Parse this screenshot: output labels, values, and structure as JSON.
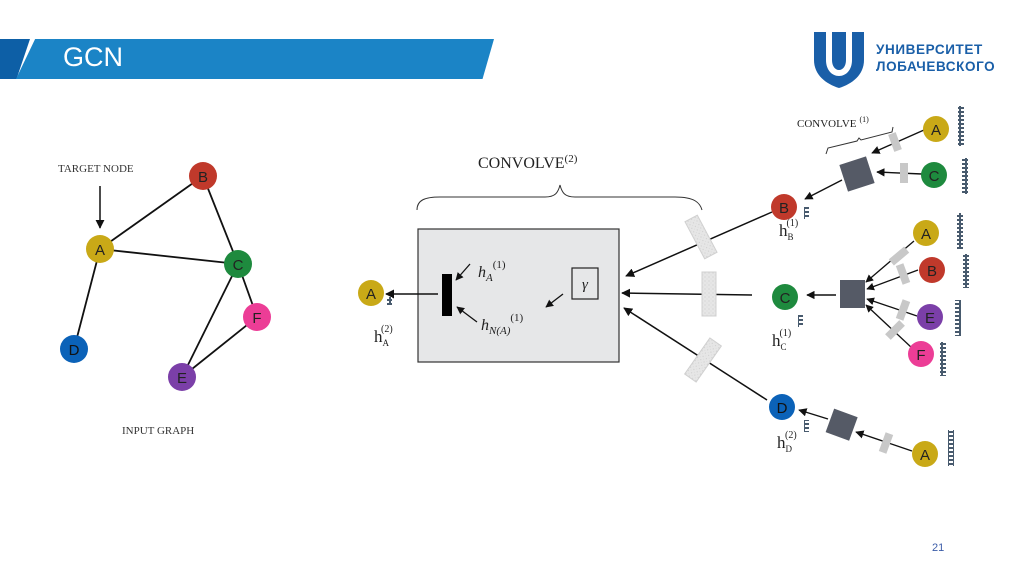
{
  "slide": {
    "title": "GCN",
    "page_number": "21",
    "logo": {
      "line1": "УНИВЕРСИТЕТ",
      "line2": "ЛОБАЧЕВСКОГО",
      "color": "#1a5fa8"
    },
    "header_color": "#1b84c6"
  },
  "input_graph": {
    "caption": "INPUT GRAPH",
    "target_label": "TARGET NODE",
    "nodes": [
      {
        "id": "A",
        "color": "#c9a917"
      },
      {
        "id": "B",
        "color": "#c0392b"
      },
      {
        "id": "C",
        "color": "#1e8a3e"
      },
      {
        "id": "D",
        "color": "#0b62b8"
      },
      {
        "id": "E",
        "color": "#7b3fa8"
      },
      {
        "id": "F",
        "color": "#ec3d96"
      }
    ],
    "edges": [
      [
        "A",
        "B"
      ],
      [
        "A",
        "C"
      ],
      [
        "A",
        "D"
      ],
      [
        "B",
        "C"
      ],
      [
        "C",
        "E"
      ],
      [
        "C",
        "F"
      ],
      [
        "E",
        "F"
      ]
    ]
  },
  "computation_graph": {
    "convolve2_label": "CONVOLVE",
    "convolve2_sup": "(2)",
    "convolve1_label": "CONVOLVE",
    "convolve1_sup": "(1)",
    "box": {
      "hA_label": "h",
      "hA_sub": "A",
      "hA_sup": "(1)",
      "hN_label": "h",
      "hN_sub": "N(A)",
      "hN_sup": "(1)",
      "gamma": "γ"
    },
    "output": {
      "node": "A",
      "h": "h",
      "sub": "A",
      "sup": "(2)"
    },
    "level1": [
      {
        "node": "B",
        "h": "h",
        "sub": "B",
        "sup": "(1)",
        "neighbors": [
          "A",
          "C"
        ]
      },
      {
        "node": "C",
        "h": "h",
        "sub": "C",
        "sup": "(1)",
        "neighbors": [
          "A",
          "B",
          "E",
          "F"
        ]
      },
      {
        "node": "D",
        "h": "h",
        "sub": "D",
        "sup": "(2)",
        "neighbors": [
          "A"
        ]
      }
    ]
  }
}
